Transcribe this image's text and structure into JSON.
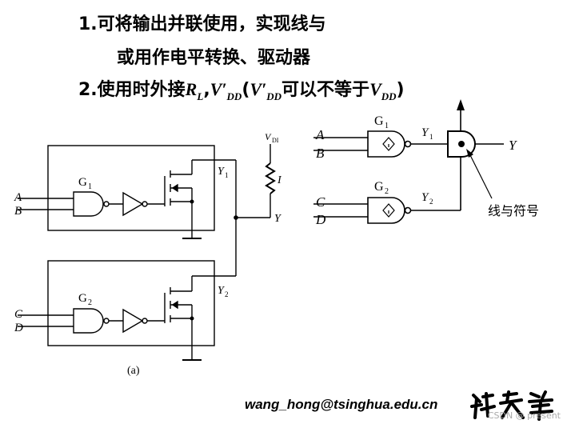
{
  "notes": {
    "line1": "1.可将输出并联使用，实现线与",
    "line2": "或用作电平转换、驱动器",
    "line3_prefix": "2.使用时外接",
    "rl": "R",
    "rl_sub": "L",
    "comma": ",",
    "vdd_prime": "V′",
    "vdd_prime_sub": "DD",
    "open_paren": "(",
    "vdd_prime2": "V′",
    "vdd_prime2_sub": "DD",
    "neq_text": "可以不等于",
    "vdd": "V",
    "vdd_sub": "DD",
    "close_paren": ")"
  },
  "circuit_a": {
    "in_a": "A",
    "in_b": "B",
    "in_c": "C",
    "in_d": "D",
    "g1": "G",
    "g1_sub": "1",
    "g2": "G",
    "g2_sub": "2",
    "y1": "Y",
    "y1_sub": "1",
    "y2": "Y",
    "y2_sub": "2",
    "vdd_label": "V",
    "vdd_sub": "DI",
    "r_label": "I",
    "y_out": "Y",
    "caption": "(a)"
  },
  "circuit_b": {
    "in_a": "A",
    "in_b": "B",
    "in_c": "C",
    "in_d": "D",
    "g1": "G",
    "g1_sub": "1",
    "g2": "G",
    "g2_sub": "2",
    "y1": "Y",
    "y1_sub": "1",
    "y2": "Y",
    "y2_sub": "2",
    "y_out": "Y",
    "wired_and_label": "线与符号"
  },
  "footer": {
    "email": "wang_hong@tsinghua.edu.cn",
    "watermark": "CSDN @ present"
  }
}
